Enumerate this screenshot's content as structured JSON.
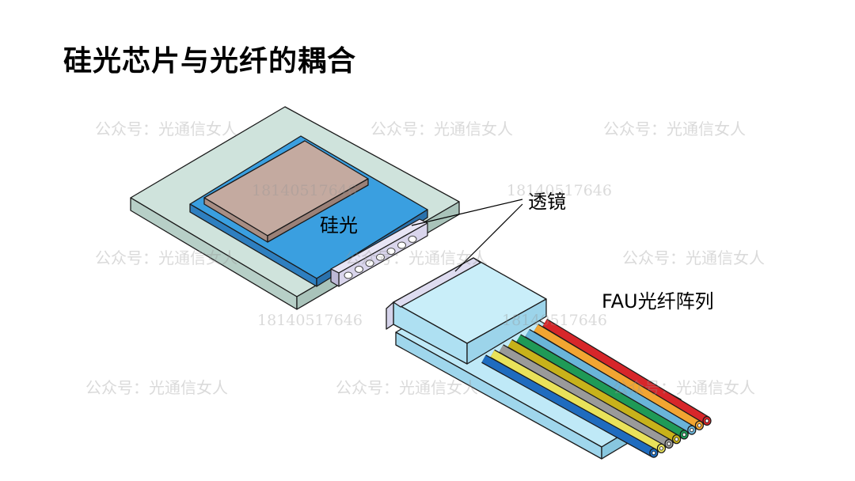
{
  "title": "硅光芯片与光纤的耦合",
  "labels": {
    "chip": "硅光",
    "lens": "透镜",
    "fau": "FAU光纤阵列"
  },
  "watermarks": {
    "account": "公众号：光通信女人",
    "phone": "18140517646"
  },
  "colors": {
    "substrate": "#cfe3dc",
    "chip": "#3a9fe0",
    "chip_top": "#c4aaa0",
    "lens": "#d9d5ec",
    "fau_block": "#bfe9f7",
    "fibers": [
      "#d7262a",
      "#f2a531",
      "#6ab4d9",
      "#1f9a57",
      "#c8b21a",
      "#9a9a9a",
      "#e9e25a",
      "#1f6cbf"
    ]
  }
}
